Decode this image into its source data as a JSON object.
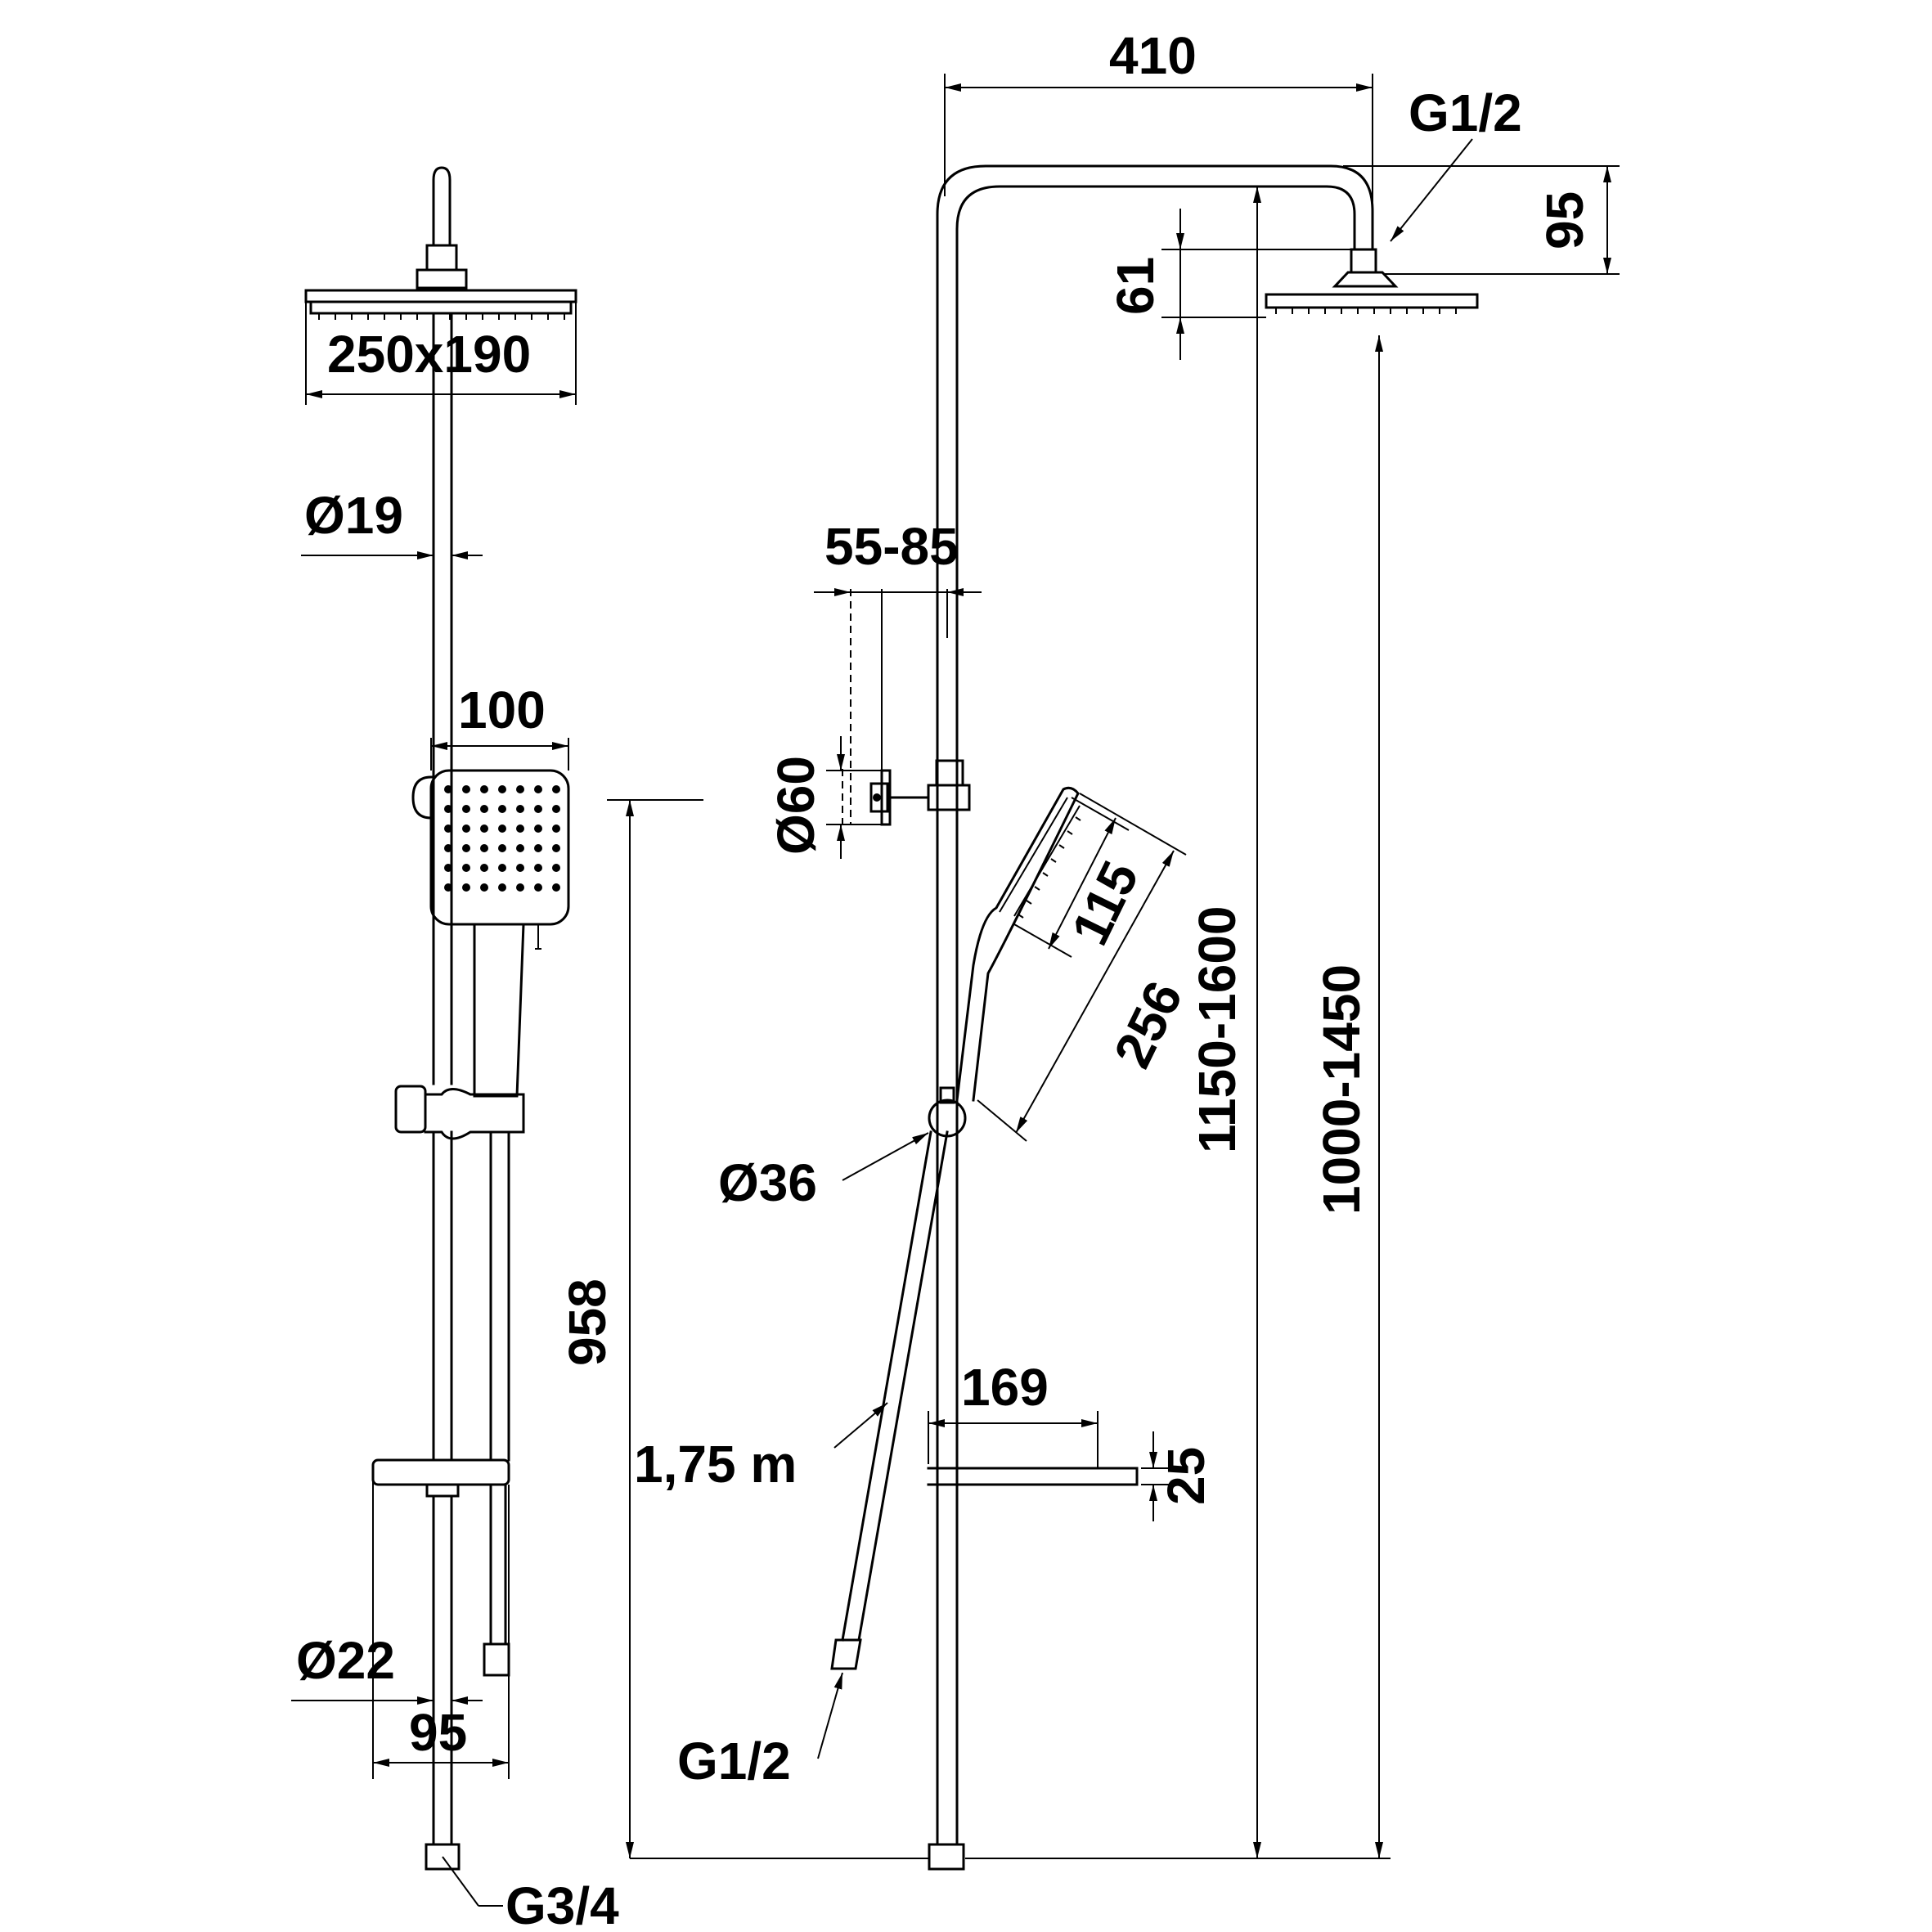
{
  "dimensions": {
    "overhead_size": "250x190",
    "riser_diameter": "Ø19",
    "hand_shower_width": "100",
    "bottom_pipe_diameter": "Ø22",
    "soap_dish_width": "95",
    "inlet_thread": "G3/4",
    "total_height_left": "958",
    "arm_length": "410",
    "head_thread": "G1/2",
    "arm_drop": "95",
    "head_height": "61",
    "wall_distance": "55-85",
    "bracket_diameter": "Ø60",
    "hand_face_length": "115",
    "hand_total_length": "256",
    "diverter_diameter": "Ø36",
    "height_range_top": "1150-1600",
    "height_range_head": "1000-1450",
    "shelf_depth": "169",
    "shelf_height": "25",
    "hose_length": "1,75 m",
    "hose_thread": "G1/2"
  }
}
